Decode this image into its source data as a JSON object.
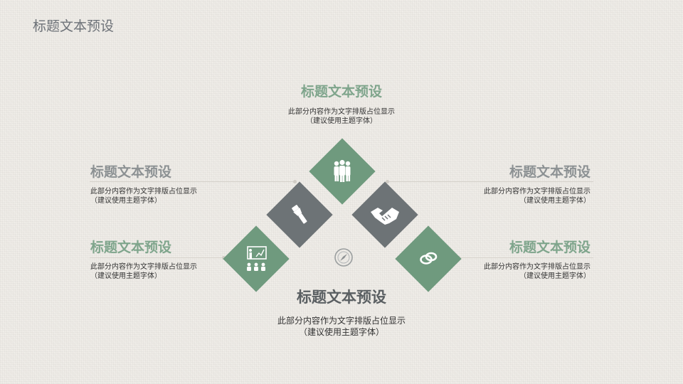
{
  "page_title": "标题文本预设",
  "colors": {
    "green": "#6f9a7e",
    "gray": "#6d7376",
    "background": "#eeebe6"
  },
  "blocks": {
    "top": {
      "title": "标题文本预设",
      "line1": "此部分内容作为文字排版占位显示",
      "line2": "（建议使用主题字体）"
    },
    "left_upper": {
      "title": "标题文本预设",
      "line1": "此部分内容作为文字排版占位显示",
      "line2": "（建议使用主题字体）"
    },
    "left_lower": {
      "title": "标题文本预设",
      "line1": "此部分内容作为文字排版占位显示",
      "line2": "（建议使用主题字体）"
    },
    "right_upper": {
      "title": "标题文本预设",
      "line1": "此部分内容作为文字排版占位显示",
      "line2": "（建议使用主题字体）"
    },
    "right_lower": {
      "title": "标题文本预设",
      "line1": "此部分内容作为文字排版占位显示",
      "line2": "（建议使用主题字体）"
    },
    "bottom": {
      "title": "标题文本预设",
      "line1": "此部分内容作为文字排版占位显示",
      "line2": "（建议使用主题字体）"
    }
  },
  "icons": [
    "group-people-icon",
    "flashlight-icon",
    "handshake-icon",
    "presentation-icon",
    "chat-bubbles-icon",
    "compass-icon"
  ]
}
